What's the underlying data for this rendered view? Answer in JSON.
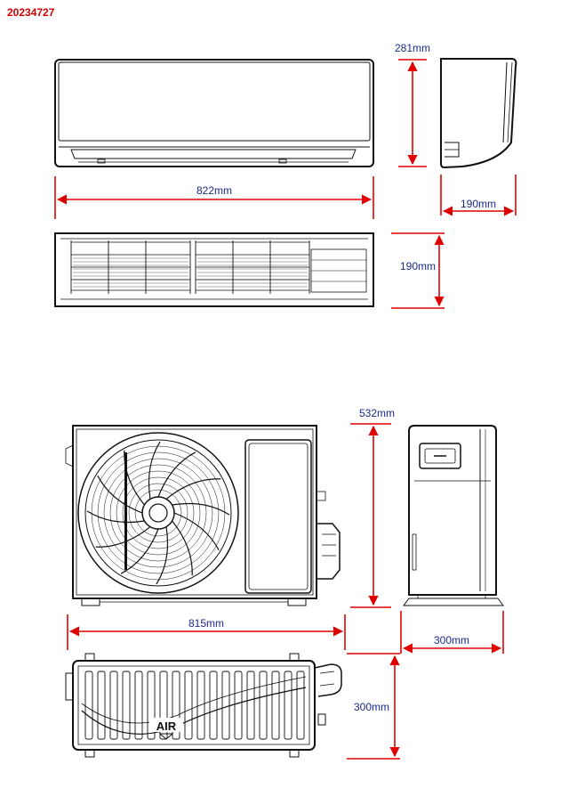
{
  "doc_code": "20234727",
  "indoor_unit": {
    "width_label": "822mm",
    "height_label": "281mm",
    "depth_label": "190mm",
    "bottom_depth_label": "190mm"
  },
  "outdoor_unit": {
    "height_label": "532mm",
    "width_label": "815mm",
    "depth_label": "300mm",
    "top_depth_label": "300mm",
    "grille_text": "AIR"
  },
  "colors": {
    "dimension_line": "#e00000",
    "dimension_text": "#1a2a8a",
    "code_text": "#cc0000",
    "drawing": "#111111"
  }
}
